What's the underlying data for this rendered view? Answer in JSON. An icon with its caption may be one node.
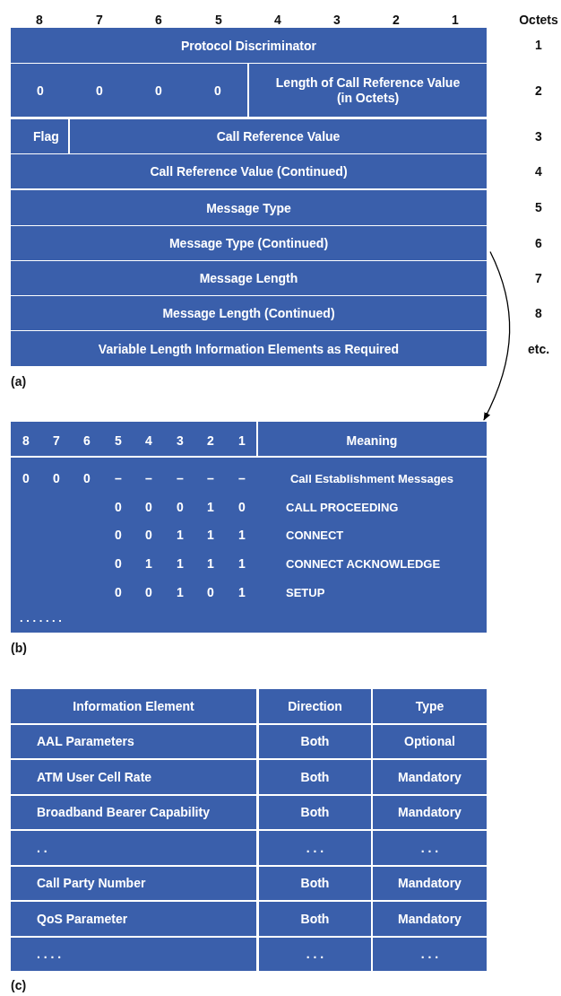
{
  "diagram": {
    "nodes": [
      {
        "text": [
          "Protocol Discriminator"
        ]
      },
      {
        "text": [
          "0",
          "0",
          "0",
          "0"
        ]
      },
      {
        "text": [
          "Length of Call Reference Value (in Octets)"
        ]
      },
      {
        "text": [
          "Flag"
        ]
      },
      {
        "text": [
          "Call Reference Value"
        ]
      },
      {
        "text": [
          "Call Reference Value (Continued)"
        ]
      },
      {
        "text": [
          "Message Type"
        ]
      },
      {
        "text": [
          "Message Type (Continued)"
        ]
      },
      {
        "text": [
          "Message Length"
        ]
      },
      {
        "text": [
          "Message Length (Continued)"
        ]
      },
      {
        "text": [
          "Variable Length Information Elements as Required"
        ]
      },
      {
        "text": [
          "8",
          "7",
          "6",
          "5",
          "4",
          "3",
          "2",
          "1",
          "Meaning",
          "0",
          "0",
          "0",
          "–",
          "–",
          "–",
          "–",
          "–",
          "Call Establishment Messages",
          "0",
          "0",
          "0",
          "1",
          "0",
          "CALL PROCEEDING",
          "0",
          "0",
          "1",
          "1",
          "1",
          "CONNECT",
          "0",
          "1",
          "1",
          "1",
          "1",
          "CONNECT ACKNOWLEDGE",
          "0",
          "0",
          "1",
          "0",
          "1",
          "SETUP",
          ". . . . . . ."
        ]
      }
    ],
    "edges": [
      {
        "from": 7,
        "to": 11,
        "arrow": "to"
      }
    ],
    "labels": [
      "8",
      "7",
      "6",
      "5",
      "4",
      "3",
      "2",
      "1",
      "Octets",
      "1",
      "2",
      "3",
      "4",
      "5",
      "6",
      "7",
      "8",
      "etc.",
      "(a)",
      "(b)",
      "Information Element",
      "Direction",
      "Type",
      "AAL Parameters",
      "Both",
      "Optional",
      "ATM User Cell Rate",
      "Both",
      "Mandatory",
      "Broadband Bearer Capability",
      "Both",
      "Mandatory",
      ". .",
      ". . .",
      ". . .",
      "Call Party Number",
      "Both",
      "Mandatory",
      "QoS Parameter",
      "Both",
      "Mandatory",
      ". . . .",
      ". . .",
      ". . .",
      "(c)"
    ]
  }
}
